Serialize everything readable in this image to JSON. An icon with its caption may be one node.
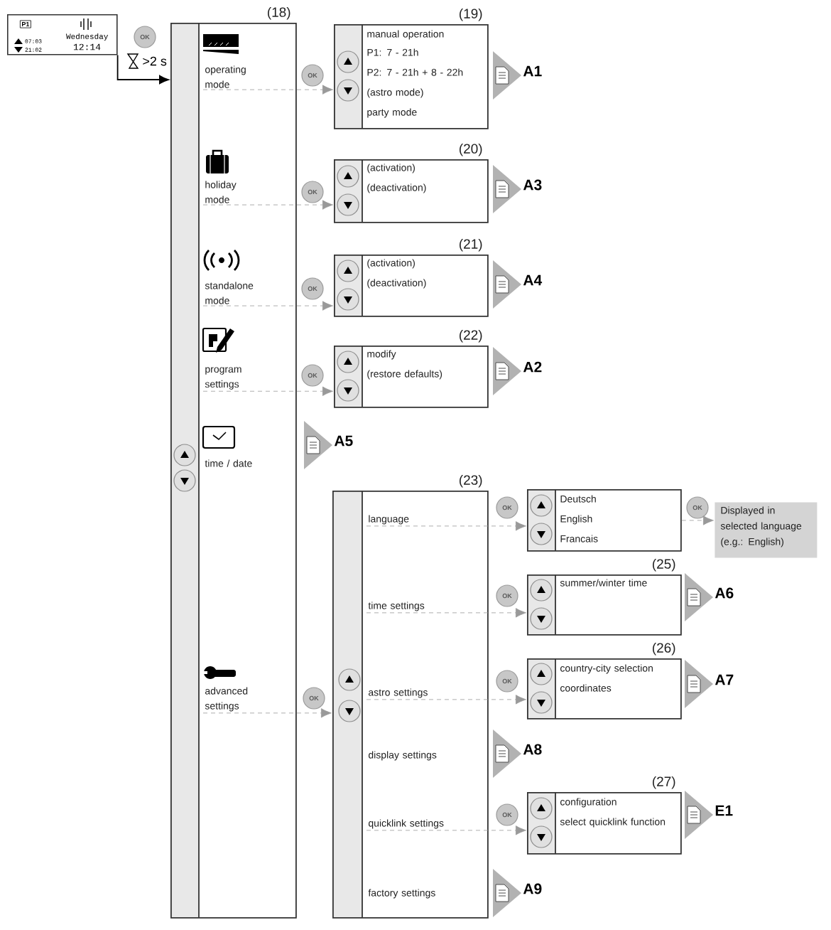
{
  "diagram": {
    "nodes": [
      {
        "text": [
          "P1",
          "07:03",
          "21:02",
          "Wednesday",
          "12:14"
        ]
      },
      {
        "text": [],
        "shape": "box",
        "beside": [
          "(18)"
        ]
      },
      {
        "text": [
          "operating mode"
        ],
        "in": 1
      },
      {
        "text": [
          "holiday mode"
        ],
        "in": 1
      },
      {
        "text": [
          "standalone mode"
        ],
        "in": 1
      },
      {
        "text": [
          "program settings"
        ],
        "in": 1
      },
      {
        "text": [
          "time / date"
        ],
        "in": 1
      },
      {
        "text": [
          "advanced settings"
        ],
        "in": 1
      },
      {
        "text": [
          "manual operation",
          "P1: 7 - 21h",
          "P2: 7 - 21h + 8 - 22h",
          "(astro mode)",
          "party mode"
        ],
        "beside": [
          "(19)"
        ]
      },
      {
        "text": [
          "(activation)",
          "(deactivation)"
        ],
        "beside": [
          "(20)"
        ]
      },
      {
        "text": [
          "(activation)",
          "(deactivation)"
        ],
        "beside": [
          "(21)"
        ]
      },
      {
        "text": [
          "modify",
          "(restore defaults)"
        ],
        "beside": [
          "(22)"
        ]
      },
      {
        "text": [
          "A1"
        ]
      },
      {
        "text": [
          "A3"
        ]
      },
      {
        "text": [
          "A4"
        ]
      },
      {
        "text": [
          "A2"
        ]
      },
      {
        "text": [
          "A5"
        ]
      },
      {
        "text": [],
        "shape": "box",
        "beside": [
          "(23)"
        ]
      },
      {
        "text": [
          "language"
        ],
        "in": 17
      },
      {
        "text": [
          "time settings"
        ],
        "in": 17
      },
      {
        "text": [
          "astro settings"
        ],
        "in": 17
      },
      {
        "text": [
          "display settings"
        ],
        "in": 17
      },
      {
        "text": [
          "quicklink settings"
        ],
        "in": 17
      },
      {
        "text": [
          "factory settings"
        ],
        "in": 17
      },
      {
        "text": [
          "Deutsch",
          "English",
          "Francais"
        ]
      },
      {
        "text": [
          "Displayed in selected language (e.g.: English)"
        ]
      },
      {
        "text": [
          "summer/winter time"
        ],
        "beside": [
          "(25)"
        ]
      },
      {
        "text": [
          "country-city selection",
          "coordinates"
        ],
        "beside": [
          "(26)"
        ]
      },
      {
        "text": [
          "configuration",
          "select quicklink function"
        ],
        "beside": [
          "(27)"
        ]
      },
      {
        "text": [
          "A6"
        ]
      },
      {
        "text": [
          "A7"
        ]
      },
      {
        "text": [
          "A8"
        ]
      },
      {
        "text": [
          "E1"
        ]
      },
      {
        "text": [
          "A9"
        ]
      }
    ],
    "edges": [
      {
        "from": 0,
        "to": 1,
        "arrow": "to",
        "label": ">2 s",
        "color": "#000000"
      },
      {
        "from": 2,
        "to": 8,
        "arrow": "to",
        "style": "dashed"
      },
      {
        "from": 3,
        "to": 9,
        "arrow": "to",
        "style": "dashed"
      },
      {
        "from": 4,
        "to": 10,
        "arrow": "to",
        "style": "dashed"
      },
      {
        "from": 5,
        "to": 11,
        "arrow": "to",
        "style": "dashed"
      },
      {
        "from": 7,
        "to": 17,
        "arrow": "to",
        "style": "dashed"
      },
      {
        "from": 18,
        "to": 24,
        "arrow": "to",
        "style": "dashed"
      },
      {
        "from": 24,
        "to": 25,
        "arrow": "to",
        "style": "dashed"
      },
      {
        "from": 19,
        "to": 26,
        "arrow": "to",
        "style": "dashed"
      },
      {
        "from": 20,
        "to": 27,
        "arrow": "to",
        "style": "dashed"
      },
      {
        "from": 22,
        "to": 28,
        "arrow": "to",
        "style": "dashed"
      }
    ],
    "labels": [
      "OK",
      "OK",
      "OK",
      "OK",
      "OK",
      "OK",
      "OK",
      "OK",
      "OK",
      "OK",
      "OK"
    ]
  }
}
